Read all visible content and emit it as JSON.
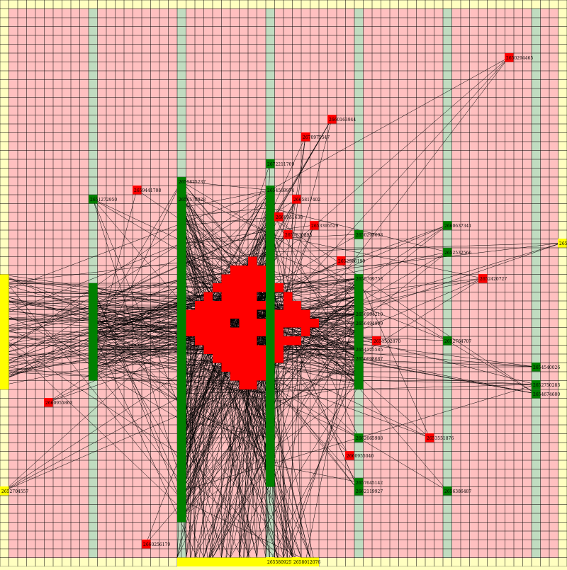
{
  "colors": {
    "border_zone": "#ffffc0",
    "inner_zone": "#ffc0c0",
    "column_band": "#c0dcc0",
    "grid_line": "#000000",
    "edge": "#000000",
    "node_red": "#ff0000",
    "node_green": "#008000",
    "node_yellow": "#ffff00"
  },
  "labeled_nodes": [
    {
      "id": "n1",
      "kind": "red",
      "label": "2650294465"
    },
    {
      "id": "n2",
      "kind": "red",
      "label": "2660163944"
    },
    {
      "id": "n3",
      "kind": "red",
      "label": "2670975547"
    },
    {
      "id": "n4",
      "kind": "green",
      "label": "2672211769"
    },
    {
      "id": "n5",
      "kind": "green",
      "label": "2655825237"
    },
    {
      "id": "n6",
      "kind": "red",
      "label": "2659441708"
    },
    {
      "id": "n7",
      "kind": "green",
      "label": "2651272950"
    },
    {
      "id": "n8",
      "kind": "green",
      "label": "2654569974"
    },
    {
      "id": "n9",
      "kind": "red",
      "label": "2665817402"
    },
    {
      "id": "n10",
      "kind": "green",
      "label": "2656570828"
    },
    {
      "id": "n11",
      "kind": "red",
      "label": "2660961638"
    },
    {
      "id": "n12",
      "kind": "red",
      "label": "2653395529"
    },
    {
      "id": "n13",
      "kind": "red",
      "label": "2657630895"
    },
    {
      "id": "n14",
      "kind": "green",
      "label": "2650295693"
    },
    {
      "id": "n15",
      "kind": "green",
      "label": "2660637341"
    },
    {
      "id": "n16",
      "kind": "green",
      "label": "2652532566"
    },
    {
      "id": "n17",
      "kind": "yellow",
      "label": "2657"
    },
    {
      "id": "n18",
      "kind": "red",
      "label": "2652986199"
    },
    {
      "id": "n19",
      "kind": "red",
      "label": "2652420727"
    },
    {
      "id": "n20",
      "kind": "green",
      "label": "2655709753"
    },
    {
      "id": "n21",
      "kind": "green",
      "label": "2656994210"
    },
    {
      "id": "n22",
      "kind": "green",
      "label": "2656494999"
    },
    {
      "id": "n23",
      "kind": "red",
      "label": "2651502870"
    },
    {
      "id": "n24",
      "kind": "green",
      "label": "2652764707"
    },
    {
      "id": "n25",
      "kind": "green",
      "label": "2654125585"
    },
    {
      "id": "n26",
      "kind": "green",
      "label": "2650698687"
    },
    {
      "id": "n27",
      "kind": "green",
      "label": "2654540026"
    },
    {
      "id": "n28",
      "kind": "green",
      "label": "2652750283"
    },
    {
      "id": "n29",
      "kind": "green",
      "label": "2654674600"
    },
    {
      "id": "n30",
      "kind": "red",
      "label": "2660955863"
    },
    {
      "id": "n31",
      "kind": "red",
      "label": "2653551876"
    },
    {
      "id": "n32",
      "kind": "green",
      "label": "2662665988"
    },
    {
      "id": "n33",
      "kind": "red",
      "label": "2660955040"
    },
    {
      "id": "n34",
      "kind": "green",
      "label": "2657645142"
    },
    {
      "id": "n35",
      "kind": "green",
      "label": "2662119927"
    },
    {
      "id": "n36",
      "kind": "green",
      "label": "2656386487"
    },
    {
      "id": "n37",
      "kind": "yellow",
      "label": "2652704557"
    },
    {
      "id": "n38",
      "kind": "red",
      "label": "2660256179"
    },
    {
      "id": "n39",
      "kind": "yellow",
      "label": "2655809257"
    },
    {
      "id": "n40",
      "kind": "yellow",
      "label": "2658012076"
    }
  ]
}
